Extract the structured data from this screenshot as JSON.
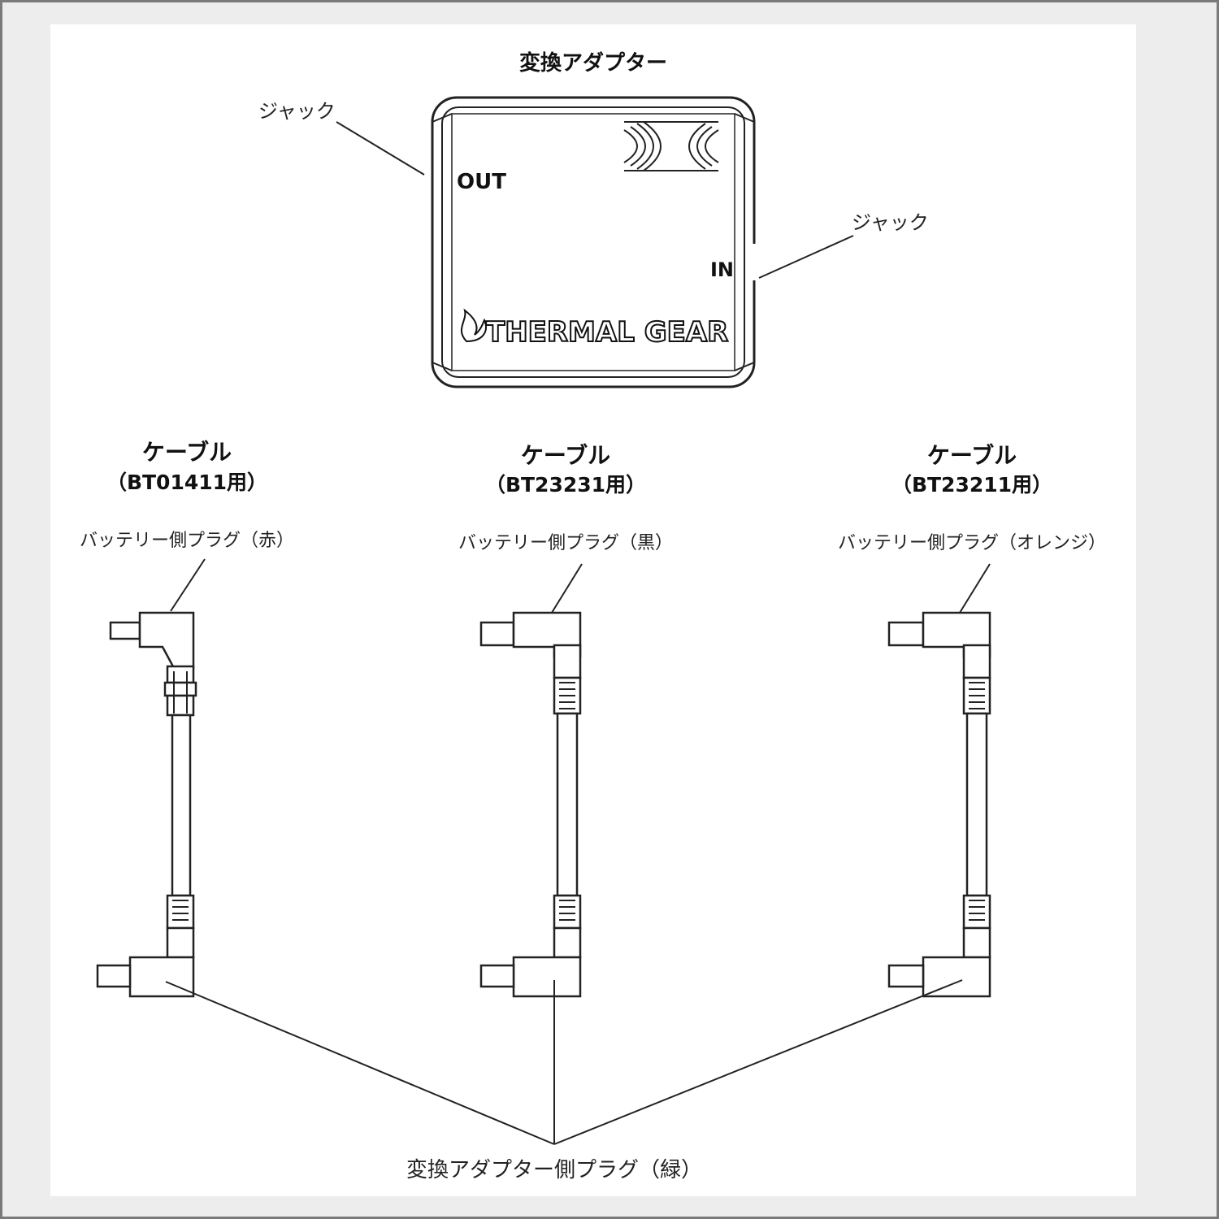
{
  "adapter": {
    "title": "変換アダプター",
    "jack_left": "ジャック",
    "jack_right": "ジャック",
    "out_label": "OUT",
    "in_label": "IN",
    "brand": "THERMAL GEAR"
  },
  "cables": [
    {
      "title": "ケーブル",
      "model": "（BT01411用）",
      "plug_label": "バッテリー側プラグ（赤）"
    },
    {
      "title": "ケーブル",
      "model": "（BT23231用）",
      "plug_label": "バッテリー側プラグ（黒）"
    },
    {
      "title": "ケーブル",
      "model": "（BT23211用）",
      "plug_label": "バッテリー側プラグ（オレンジ）"
    }
  ],
  "bottom_label": "変換アダプター側プラグ（緑）"
}
